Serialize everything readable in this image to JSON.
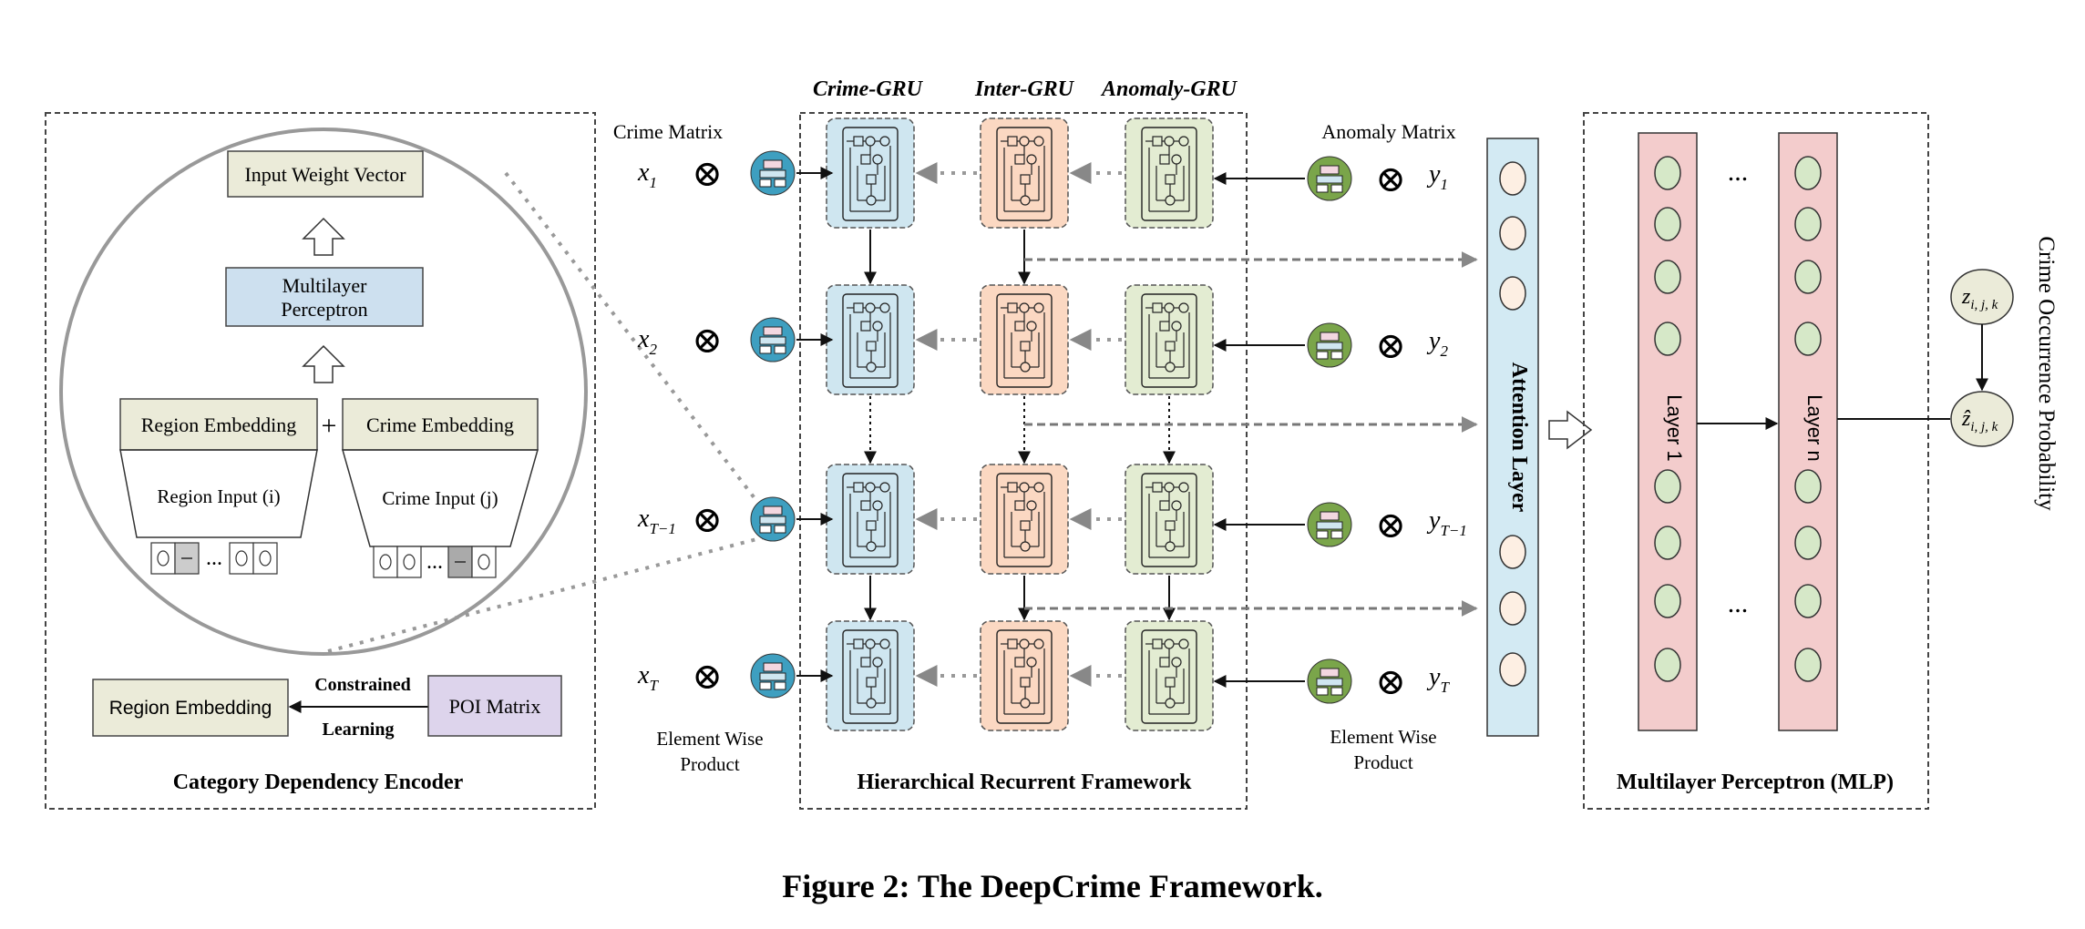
{
  "encoder": {
    "caption": "Category Dependency Encoder",
    "input_weight_vector": "Input Weight Vector",
    "mlp_line1": "Multilayer",
    "mlp_line2": "Perceptron",
    "region_embedding": "Region Embedding",
    "crime_embedding": "Crime Embedding",
    "plus": "+",
    "region_input": "Region Input (i)",
    "crime_input": "Crime Input (j)",
    "ellipsis": "...",
    "lower_region_embedding": "Region Embedding",
    "constrained": "Constrained",
    "learning": "Learning",
    "poi_matrix": "POI Matrix"
  },
  "recurrent": {
    "caption": "Hierarchical Recurrent Framework",
    "crime_gru": "Crime-GRU",
    "inter_gru": "Inter-GRU",
    "anomaly_gru": "Anomaly-GRU",
    "crime_matrix": "Crime Matrix",
    "anomaly_matrix": "Anomaly Matrix",
    "element_wise_left_1": "Element Wise",
    "element_wise_left_2": "Product",
    "element_wise_right_1": "Element Wise",
    "element_wise_right_2": "Product",
    "x_labels": [
      {
        "base": "x",
        "sub": "1"
      },
      {
        "base": "x",
        "sub": "2"
      },
      {
        "base": "x",
        "sub": "T−1"
      },
      {
        "base": "x",
        "sub": "T"
      }
    ],
    "y_labels": [
      {
        "base": "y",
        "sub": "1"
      },
      {
        "base": "y",
        "sub": "2"
      },
      {
        "base": "y",
        "sub": "T−1"
      },
      {
        "base": "y",
        "sub": "T"
      }
    ],
    "times_symbol": "⊗"
  },
  "attention": {
    "label": "Attention Layer"
  },
  "mlp": {
    "caption": "Multilayer Perceptron (MLP)",
    "layer1": "Layer 1",
    "layern": "Layer n",
    "ellipsis_top": "...",
    "ellipsis_bottom": "..."
  },
  "output": {
    "z_label": "z",
    "z_sub": "i, j, k",
    "zhat_label": "ẑ",
    "zhat_sub": "i, j, k",
    "probability": "Crime Occurrence Probability"
  },
  "figure_caption": "Figure 2: The DeepCrime Framework.",
  "colors": {
    "crime_gru": "#cfe6f0",
    "inter_gru": "#fbd8c2",
    "anomaly_gru": "#e3ecd2",
    "attention": "#d3eaf3",
    "mlp_layer": "#f3cccc",
    "node": "#d6e8c8",
    "attention_node": "#fdefe3",
    "box_beige": "#ebebd9",
    "box_blue": "#cde0ef",
    "box_purple": "#ddd4ec",
    "icon_blue": "#3e9fc0",
    "icon_green": "#7aa54a",
    "icon_pink": "#c9738a"
  }
}
